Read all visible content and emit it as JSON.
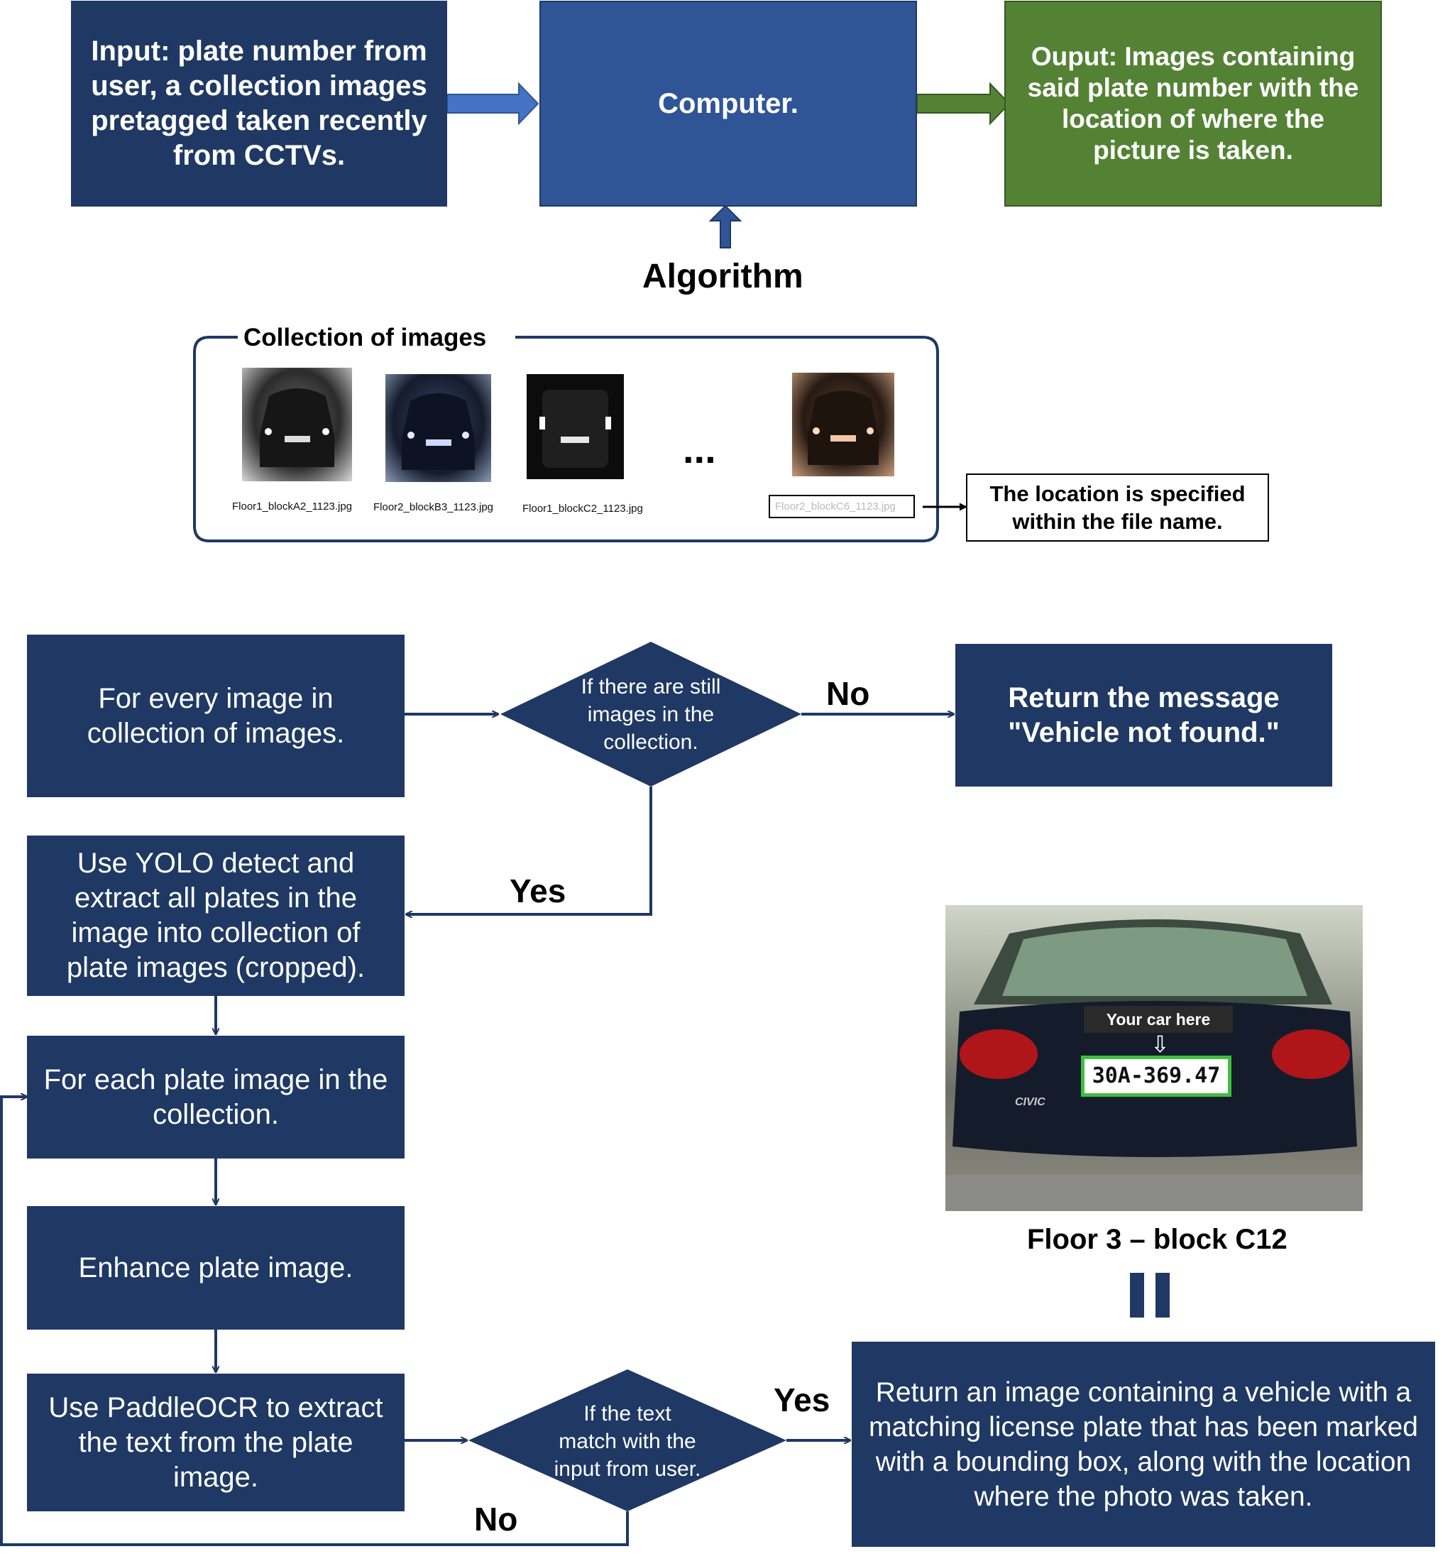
{
  "top": {
    "input_text": "Input: plate number from user, a collection images pretagged taken recently from CCTVs.",
    "computer_text": "Computer.",
    "output_text": "Ouput: Images containing said plate number with the location of where the picture is taken.",
    "algorithm_label": "Algorithm"
  },
  "collection": {
    "title": "Collection of images",
    "ellipsis": "...",
    "files": [
      "Floor1_blockA2_1123.jpg",
      "Floor2_blockB3_1123.jpg",
      "Floor1_blockC2_1123.jpg",
      "Floor2_blockC6_1123.jpg"
    ],
    "location_note": "The location is specified within the file name."
  },
  "flow": {
    "step_every_image": "For every image in collection of images.",
    "decision_images": "If there are still images in the collection.",
    "no_label_1": "No",
    "not_found": "Return the message \"Vehicle not found.\"",
    "yes_label_1": "Yes",
    "step_yolo": "Use YOLO detect and extract all plates in the image into collection of plate images (cropped).",
    "step_each_plate": "For each plate image in the collection.",
    "step_enhance": "Enhance plate image.",
    "step_ocr": "Use PaddleOCR to extract the text from the plate image.",
    "decision_match": "If the text match with the input from user.",
    "yes_label_2": "Yes",
    "no_label_2": "No",
    "result": "Return an image containing a vehicle with a matching license plate that has been marked with a bounding box, along with the location where the photo was taken."
  },
  "result_photo": {
    "tag": "Your car here",
    "plate": "30A-369.47",
    "brand": "CIVIC",
    "caption": "Floor 3 – block C12"
  },
  "colors": {
    "navy": "#1f3864",
    "blue": "#2f5597",
    "green": "#548235",
    "plate_box": "#3fbf3f"
  }
}
